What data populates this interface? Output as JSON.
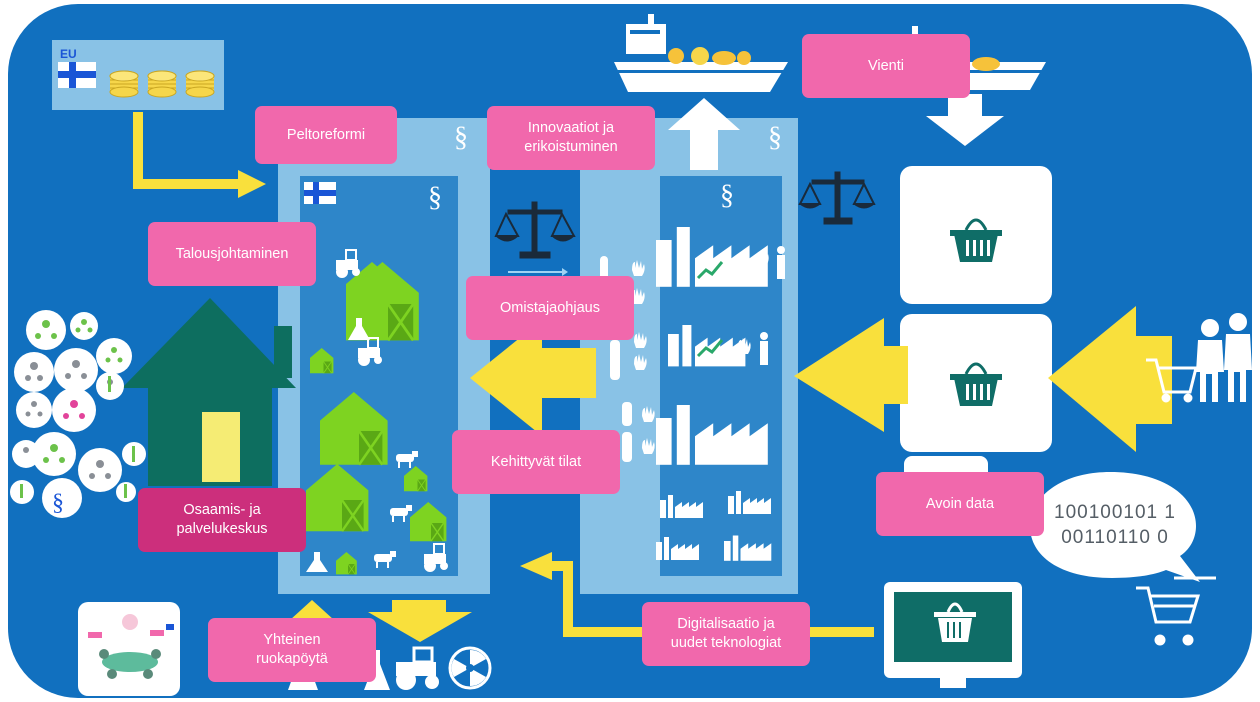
{
  "colors": {
    "background": "#1170bf",
    "panel_light": "#89c2e6",
    "panel_mid": "#2e86c9",
    "label_pink": "#f168ac",
    "label_dark_pink": "#cc2f7c",
    "yellow_arrow": "#f9e03c",
    "green_building": "#7ed321",
    "house_green": "#0d6e5f",
    "basket_teal": "#0f6d67"
  },
  "eu_panel": {
    "eu_text": "EU",
    "icons": [
      "finland-flag-icon",
      "coin-stack-icon",
      "coin-stack-icon",
      "coin-stack-icon"
    ]
  },
  "section_symbol": "§",
  "labels": {
    "peltoreformi": "Peltoreformi",
    "innovaatiot": "Innovaatiot ja\nerikoistuminen",
    "vienti": "Vienti",
    "talousjohtaminen": "Talousjohtaminen",
    "omistajaohjaus": "Omistajaohjaus",
    "kehittyvat_tilat": "Kehittyvät tilat",
    "osaamis": "Osaamis- ja\npalvelukeskus",
    "avoin_data": "Avoin data",
    "yhteinen": "Yhteinen\nruokapöytä",
    "digitalisaatio": "Digitalisaatio ja\nuudet teknologiat"
  },
  "binary_text": "100100101 1\n00110110 0",
  "icons": {
    "ship": "ship-icon",
    "scale": "scale-icon",
    "basket": "shopping-basket-icon",
    "cart": "shopping-cart-icon",
    "people": "people-icon",
    "house": "house-icon",
    "factory": "factory-icon",
    "barn": "barn-icon",
    "tractor": "tractor-icon",
    "cow": "cow-icon",
    "network": "network-icon",
    "info": "info-icon",
    "monitor": "monitor-icon",
    "radiation": "radiation-icon",
    "meeting": "meeting-icon",
    "speech_bubble": "speech-bubble-icon"
  }
}
